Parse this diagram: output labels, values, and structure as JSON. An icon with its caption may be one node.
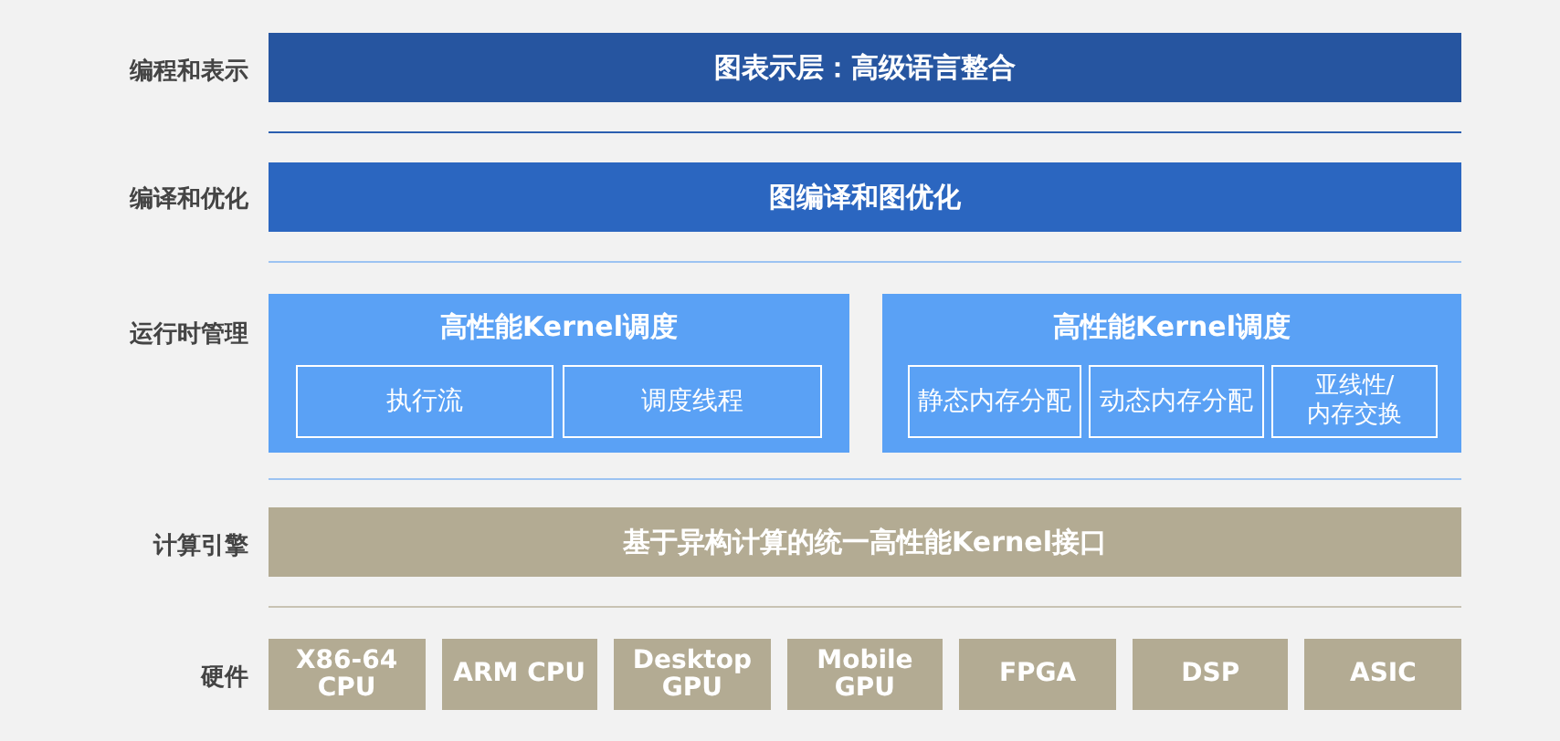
{
  "diagram": {
    "nodes": [
      {
        "text": [
          "图表示层：高级语言整合"
        ]
      },
      {
        "text": [
          "图编译和图优化"
        ]
      },
      {
        "text": [
          "高性能Kernel调度"
        ]
      },
      {
        "text": [
          "执行流"
        ],
        "in": 2
      },
      {
        "text": [
          "调度线程"
        ],
        "in": 2
      },
      {
        "text": [
          "高性能Kernel调度"
        ]
      },
      {
        "text": [
          "静态内存分配"
        ],
        "in": 5
      },
      {
        "text": [
          "动态内存分配"
        ],
        "in": 5
      },
      {
        "text": [
          "亚线性/内存交换"
        ],
        "in": 5
      },
      {
        "text": [
          "基于异构计算的统一高性能Kernel接口"
        ]
      },
      {
        "text": [
          "X86-64 CPU"
        ]
      },
      {
        "text": [
          "ARM CPU"
        ]
      },
      {
        "text": [
          "Desktop GPU"
        ]
      },
      {
        "text": [
          "Mobile GPU"
        ]
      },
      {
        "text": [
          "FPGA"
        ]
      },
      {
        "text": [
          "DSP"
        ]
      },
      {
        "text": [
          "ASIC"
        ]
      }
    ],
    "edges": [],
    "labels": [
      "编程和表示",
      "编译和优化",
      "运行时管理",
      "计算引擎",
      "硬件"
    ]
  }
}
